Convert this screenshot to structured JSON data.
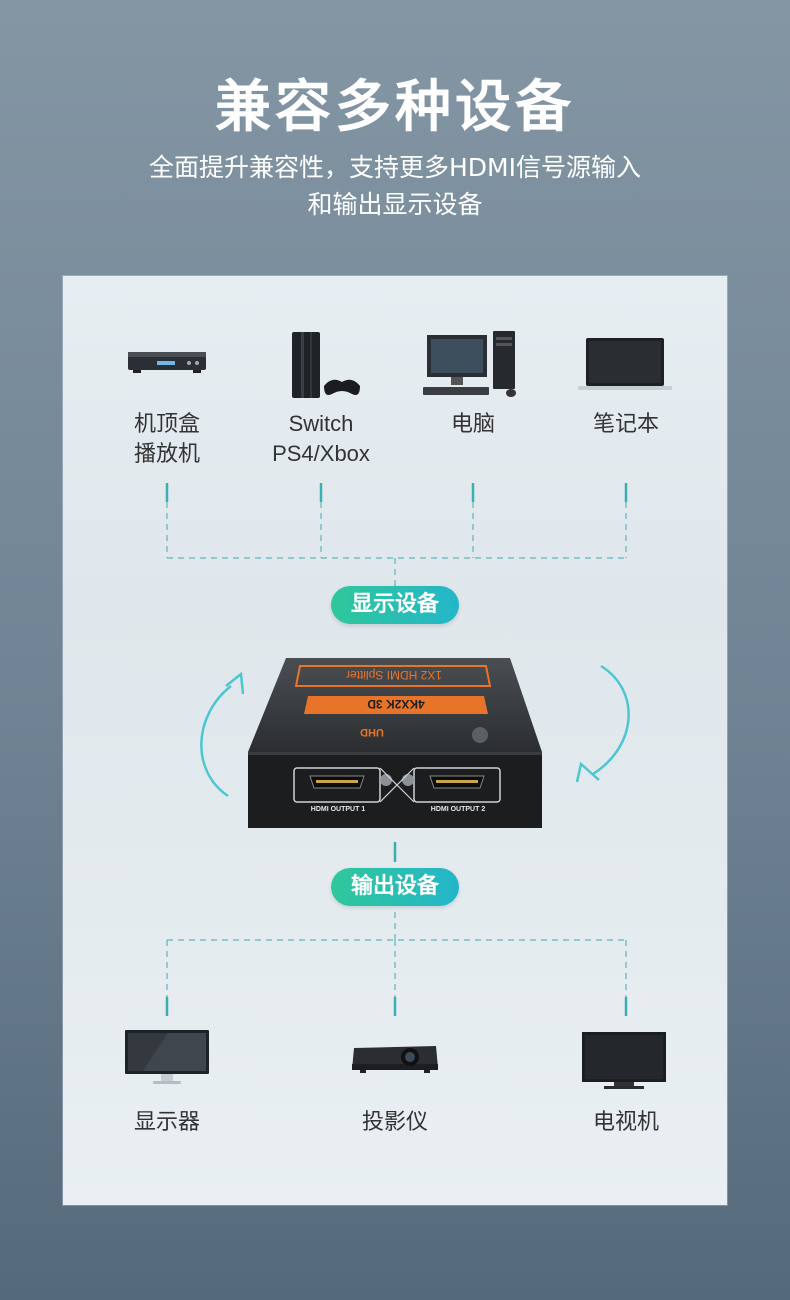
{
  "header": {
    "title": "兼容多种设备",
    "subtitle_line1": "全面提升兼容性，支持更多HDMI信号源输入",
    "subtitle_line2": "和输出显示设备"
  },
  "inputs": [
    {
      "icon": "set-top-box-icon",
      "label_line1": "机顶盒",
      "label_line2": "播放机"
    },
    {
      "icon": "game-console-icon",
      "label_line1": "Switch",
      "label_line2": "PS4/Xbox"
    },
    {
      "icon": "desktop-computer-icon",
      "label_line1": "电脑"
    },
    {
      "icon": "laptop-icon",
      "label_line1": "笔记本"
    }
  ],
  "badges": {
    "top": "显示设备",
    "bottom": "输出设备"
  },
  "splitter": {
    "model_label": "1X2 HDMI Splitter",
    "resolution_label": "4KX2K 3D",
    "uhd_label": "UHD",
    "port1_label": "HDMI OUTPUT 1",
    "port2_label": "HDMI OUTPUT 2"
  },
  "outputs": [
    {
      "icon": "monitor-icon",
      "label": "显示器"
    },
    {
      "icon": "projector-icon",
      "label": "投影仪"
    },
    {
      "icon": "television-icon",
      "label": "电视机"
    }
  ],
  "colors": {
    "accent_green": "#2fc79a",
    "accent_teal": "#24b6c9",
    "line_teal": "#3aaeb0",
    "label_orange": "#e8742a"
  }
}
